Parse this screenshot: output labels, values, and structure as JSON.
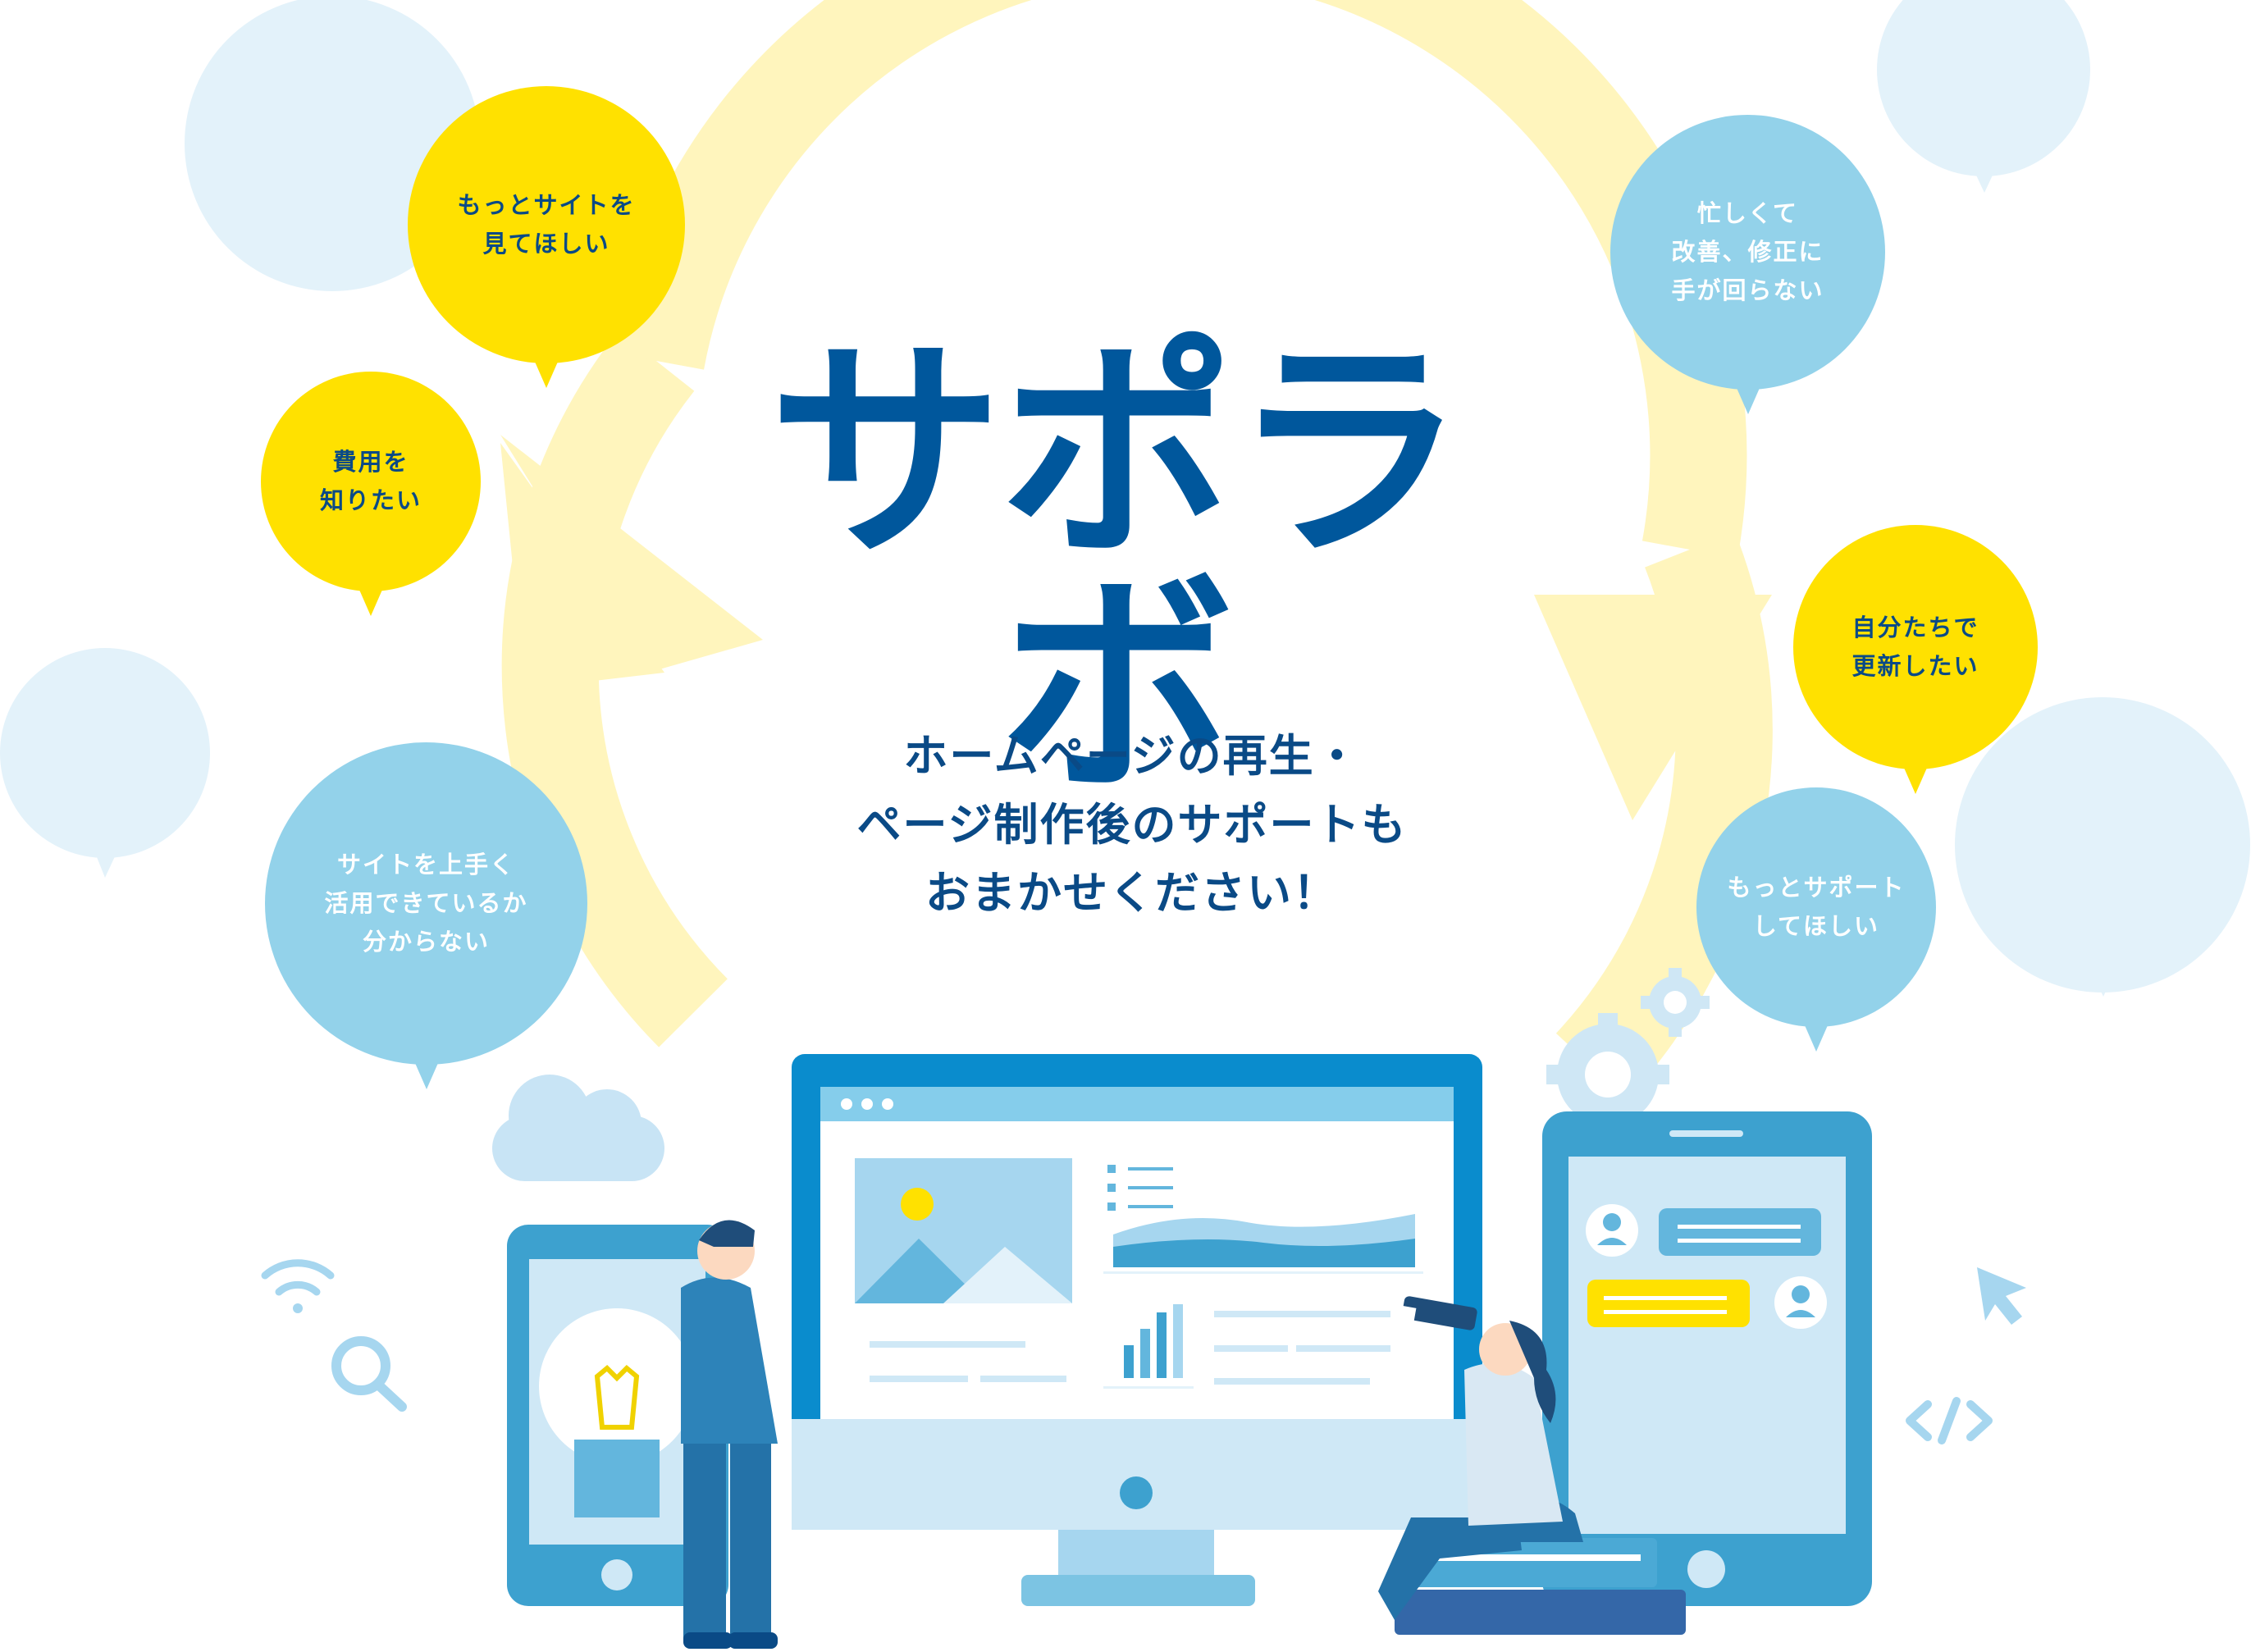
{
  "brand": {
    "title": "サポラボ",
    "tagline": "ホームページの再生・\nページ制作後のサポートも\nおまかせください！"
  },
  "bubbles": {
    "see_more": "もっとサイトを\n見てほしい",
    "cost": "費用を\n知りたい",
    "utilize": "サイトを上手く\n活用できているか\n分からない",
    "busy": "忙しくて\n改善、修正に\n手が回らない",
    "self_update": "自分たちで\n更新したい",
    "more_support": "もっとサポート\nしてほしい"
  },
  "colors": {
    "brand_blue": "#00579c",
    "accent_yellow": "#ffe100",
    "bubble_blue": "#93d2ea",
    "pale_blue": "#e3f2fa",
    "cycle_arrow": "#fff5bd"
  },
  "icons": [
    "wifi-icon",
    "search-icon",
    "cloud-icon",
    "gear-icon",
    "cursor-icon",
    "code-icon",
    "lightbulb-icon",
    "user-icon",
    "image-icon"
  ]
}
